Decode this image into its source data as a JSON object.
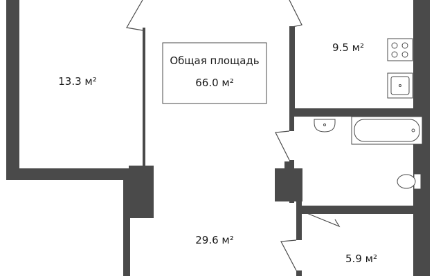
{
  "rooms": [
    {
      "id": "room-a",
      "area": "13.3 м²"
    },
    {
      "id": "kitchen",
      "area": "9.5 м²"
    },
    {
      "id": "living",
      "area": "29.6 м²"
    },
    {
      "id": "room-b",
      "area": "5.9 м²"
    }
  ],
  "total": {
    "label": "Общая площадь",
    "value": "66.0 м²"
  },
  "colors": {
    "wall": "#4a4a4a",
    "background": "#ffffff"
  }
}
